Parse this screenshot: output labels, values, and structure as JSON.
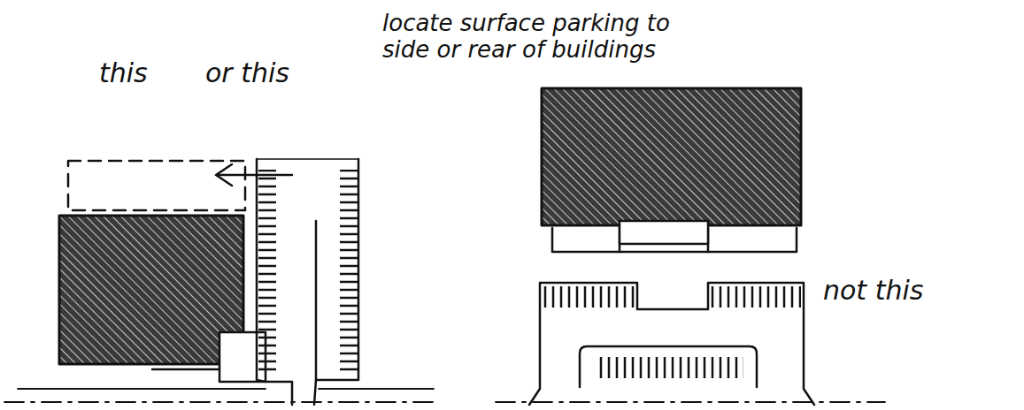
{
  "diagram": {
    "labels": [
      "this",
      "or this",
      "locate surface parking to side or rear of buildings",
      "not this"
    ]
  }
}
